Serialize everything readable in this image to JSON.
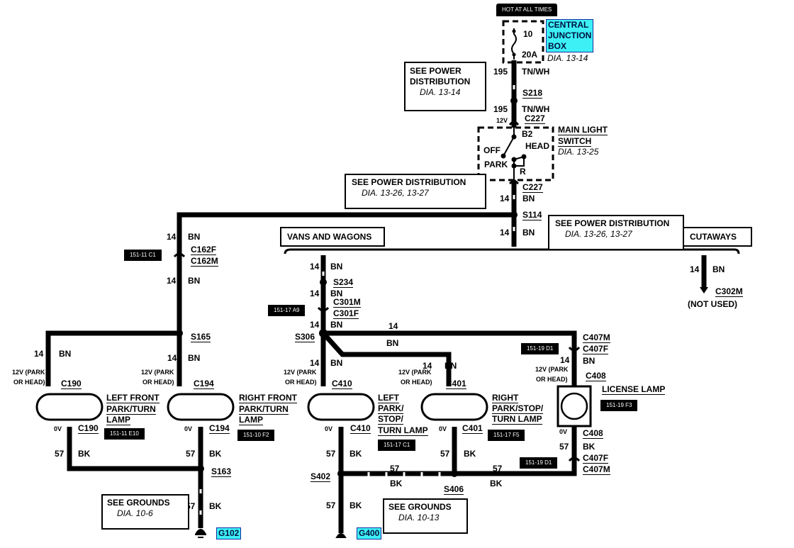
{
  "header": {
    "hot_label": "HOT AT ALL TIMES"
  },
  "junction_box": {
    "lines": [
      "CENTRAL",
      "JUNCTION",
      "BOX"
    ],
    "dia": "DIA. 13-14",
    "fuse_number": "10",
    "fuse_rating": "20A"
  },
  "notes": {
    "power_dist_1": {
      "title_lines": [
        "SEE POWER",
        "DISTRIBUTION"
      ],
      "dia": "DIA. 13-14"
    },
    "power_dist_2": {
      "title": "SEE POWER DISTRIBUTION",
      "dia": "DIA. 13-26, 13-27"
    },
    "power_dist_3": {
      "title": "SEE POWER DISTRIBUTION",
      "dia": "DIA. 13-26, 13-27"
    },
    "grounds_1": {
      "title": "SEE GROUNDS",
      "dia": "DIA. 10-6"
    },
    "grounds_2": {
      "title": "SEE GROUNDS",
      "dia": "DIA. 10-13"
    },
    "vans": "VANS AND WAGONS",
    "cutaways": "CUTAWAYS"
  },
  "main_switch": {
    "title_lines": [
      "MAIN LIGHT",
      "SWITCH"
    ],
    "dia": "DIA. 13-25",
    "positions": {
      "off": "OFF",
      "park": "PARK",
      "head": "HEAD",
      "b2": "B2",
      "r": "R"
    },
    "voltage": "12V"
  },
  "wires": {
    "w195a": {
      "gauge": "195",
      "color": "TN/WH"
    },
    "w195b": {
      "gauge": "195",
      "color": "TN/WH"
    },
    "bn14": "14",
    "bn": "BN",
    "bk57": "57",
    "bk": "BK"
  },
  "splices": [
    "S218",
    "S114",
    "S165",
    "S234",
    "S306",
    "S163",
    "S402",
    "S406"
  ],
  "connectors": {
    "c227": "C227",
    "c162f": "C162F",
    "c162m": "C162M",
    "c301m": "C301M",
    "c301f": "C301F",
    "c302m": "C302M",
    "not_used": "(NOT USED)",
    "c190": "C190",
    "c194": "C194",
    "c410": "C410",
    "c401": "C401",
    "c407m": "C407M",
    "c407f": "C407F",
    "c408": "C408"
  },
  "voltage_labels": {
    "park_head_1": "12V (PARK",
    "park_head_2": "OR HEAD)",
    "zero": "0V"
  },
  "lamps": {
    "left_front": [
      "LEFT FRONT",
      "PARK/TURN",
      "LAMP"
    ],
    "right_front": [
      "RIGHT FRONT",
      "PARK/TURN",
      "LAMP"
    ],
    "left_rear": [
      "LEFT",
      "PARK/",
      "STOP/",
      "TURN LAMP"
    ],
    "right_rear": [
      "RIGHT",
      "PARK/STOP/",
      "TURN LAMP"
    ],
    "license": "LICENSE LAMP"
  },
  "refs": {
    "r1": "151-11 C1",
    "r2": "151-17 A9",
    "r3": "151-19 D1",
    "r4": "151-11 E10",
    "r5": "151-10 F2",
    "r6": "151-17 C1",
    "r7": "151-17 F5",
    "r8": "151-19 F3",
    "r9": "151-19 D1"
  },
  "grounds": {
    "g102": "G102",
    "g400": "G400"
  }
}
